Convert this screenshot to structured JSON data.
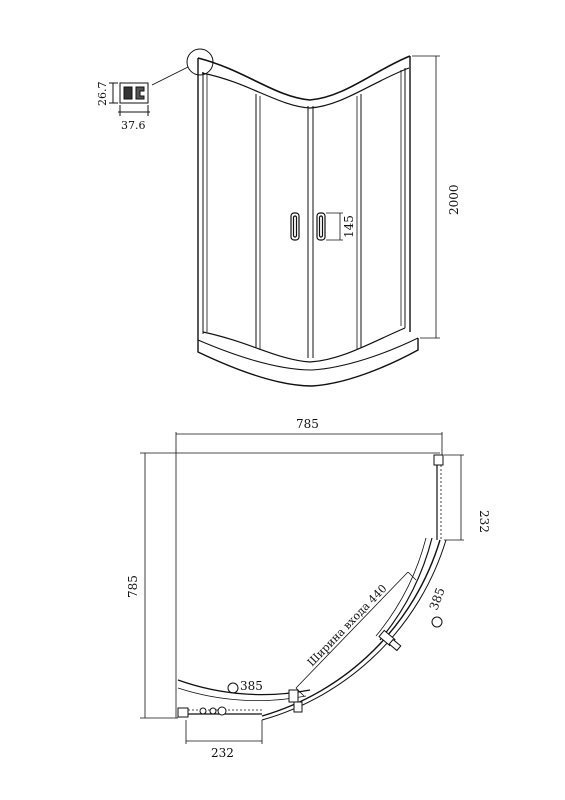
{
  "profile": {
    "height_label": "26.7",
    "width_label": "37.6"
  },
  "elevation": {
    "height_label": "2000",
    "handle_label": "145"
  },
  "plan": {
    "width_label": "785",
    "depth_label": "785",
    "side_panel_right_label": "232",
    "side_panel_bottom_label": "232",
    "radius_right_label": "385",
    "radius_bottom_label": "385",
    "entrance_label": "Ширина входа 440"
  }
}
